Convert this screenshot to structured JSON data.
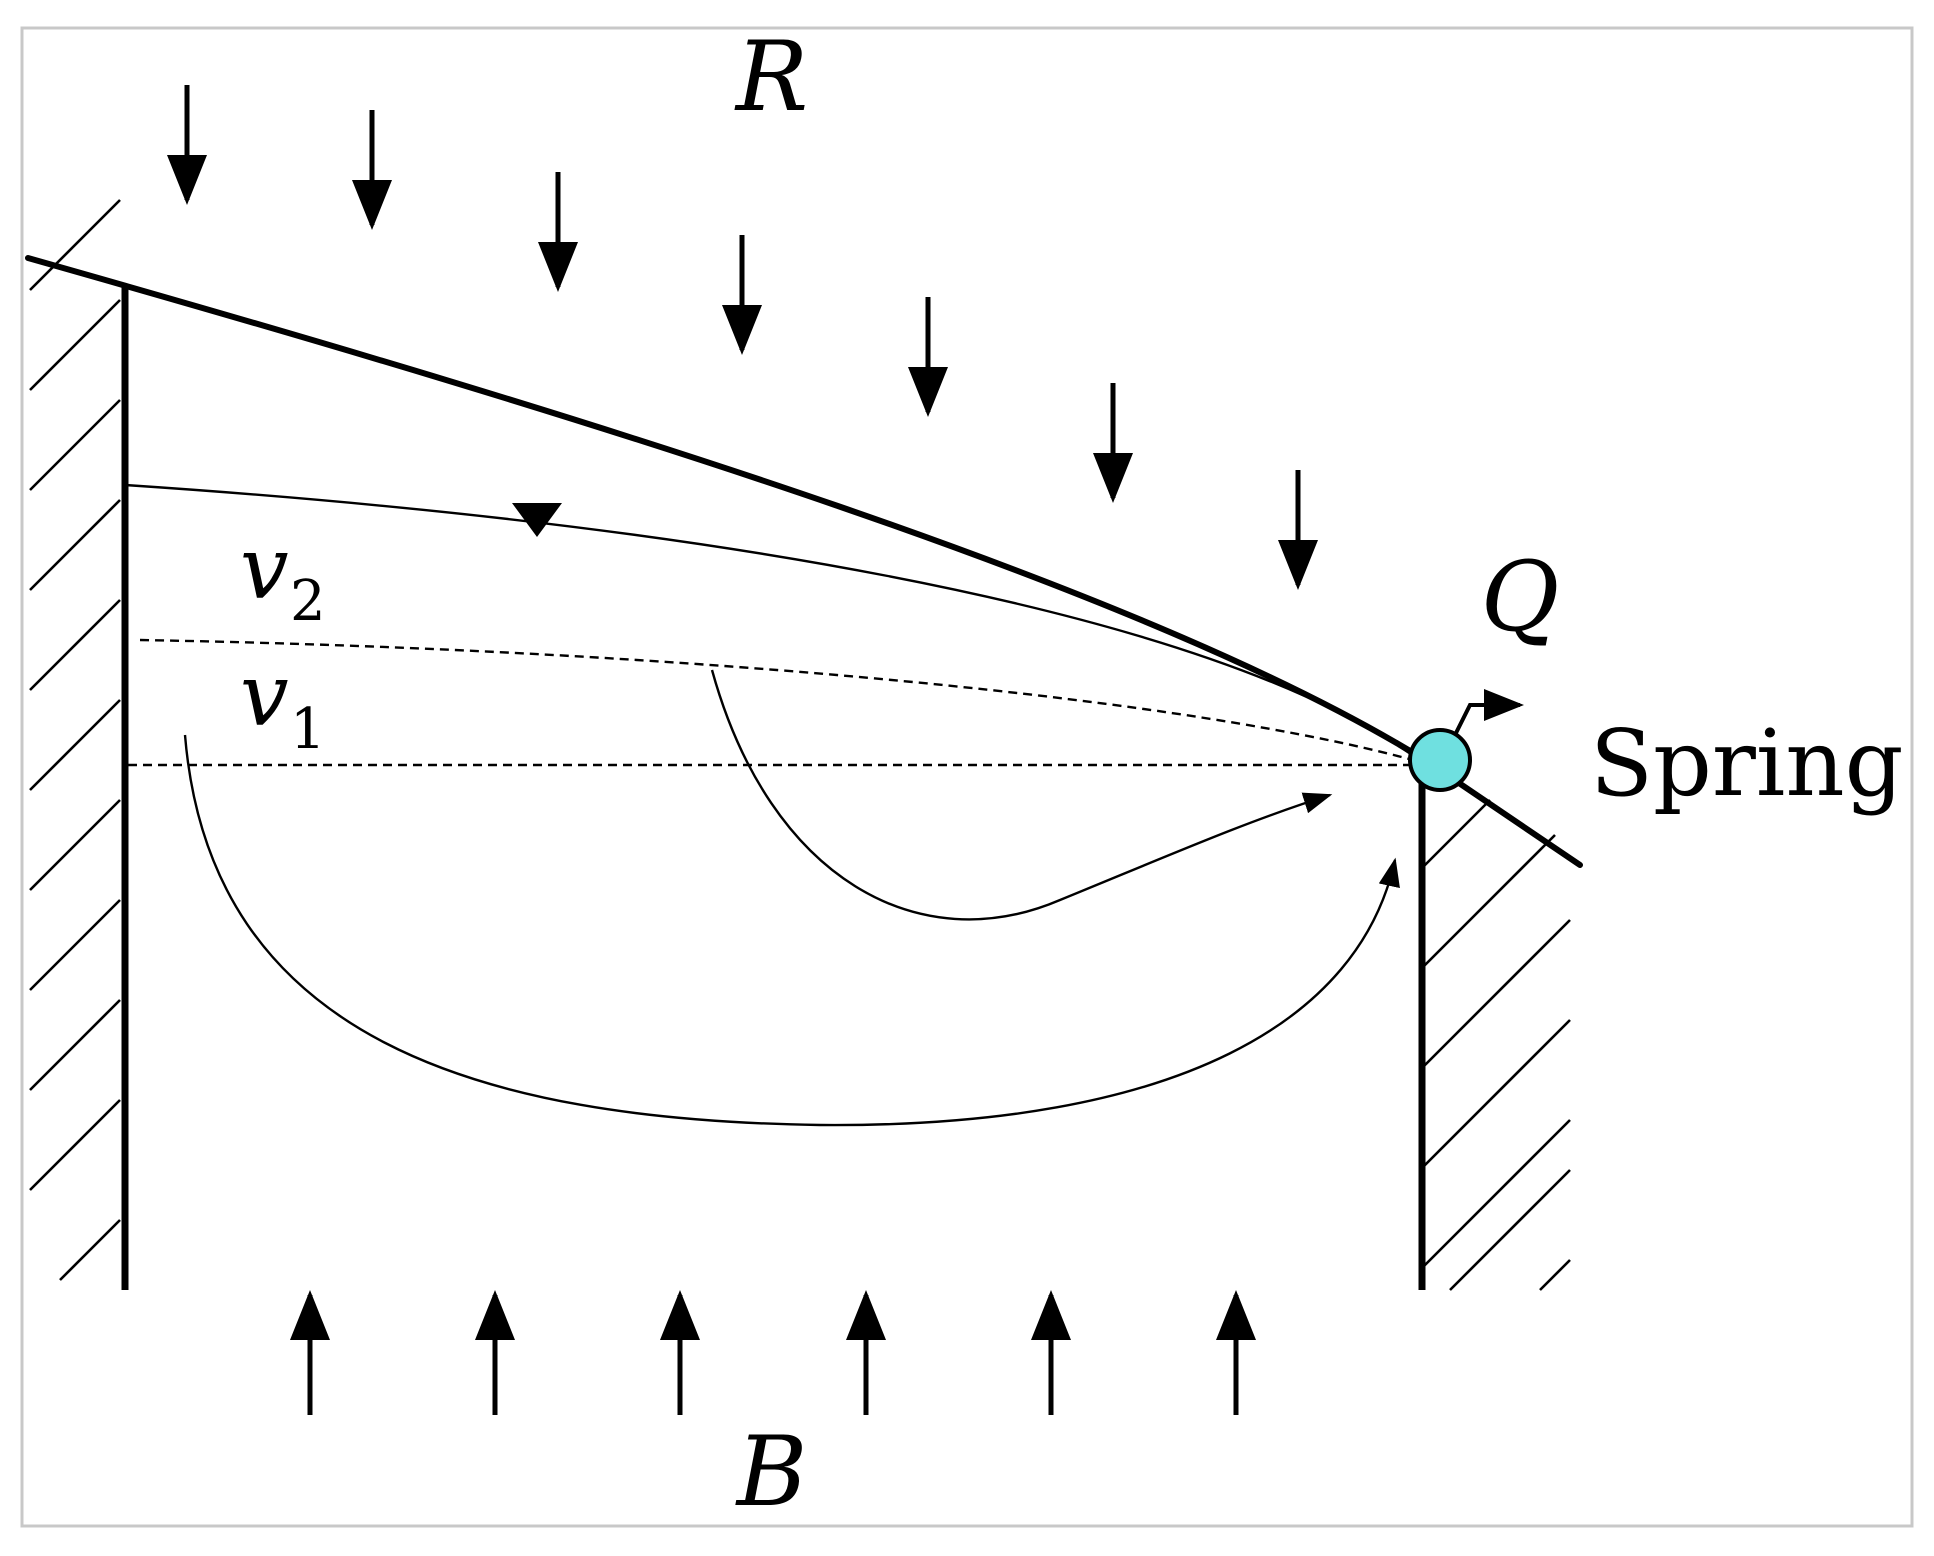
{
  "labels": {
    "recharge": "R",
    "base": "B",
    "discharge": "Q",
    "spring": "Spring",
    "flow_a_symbol": "v",
    "flow_a_subscript": "2",
    "flow_b_symbol": "v",
    "flow_b_subscript": "1"
  },
  "colors": {
    "spring_fill": "#6fe0e0",
    "line": "#000000"
  },
  "icons": {
    "water_table_marker": "inverted-triangle",
    "recharge_arrows": "down-arrow",
    "base_arrows": "up-arrow"
  }
}
